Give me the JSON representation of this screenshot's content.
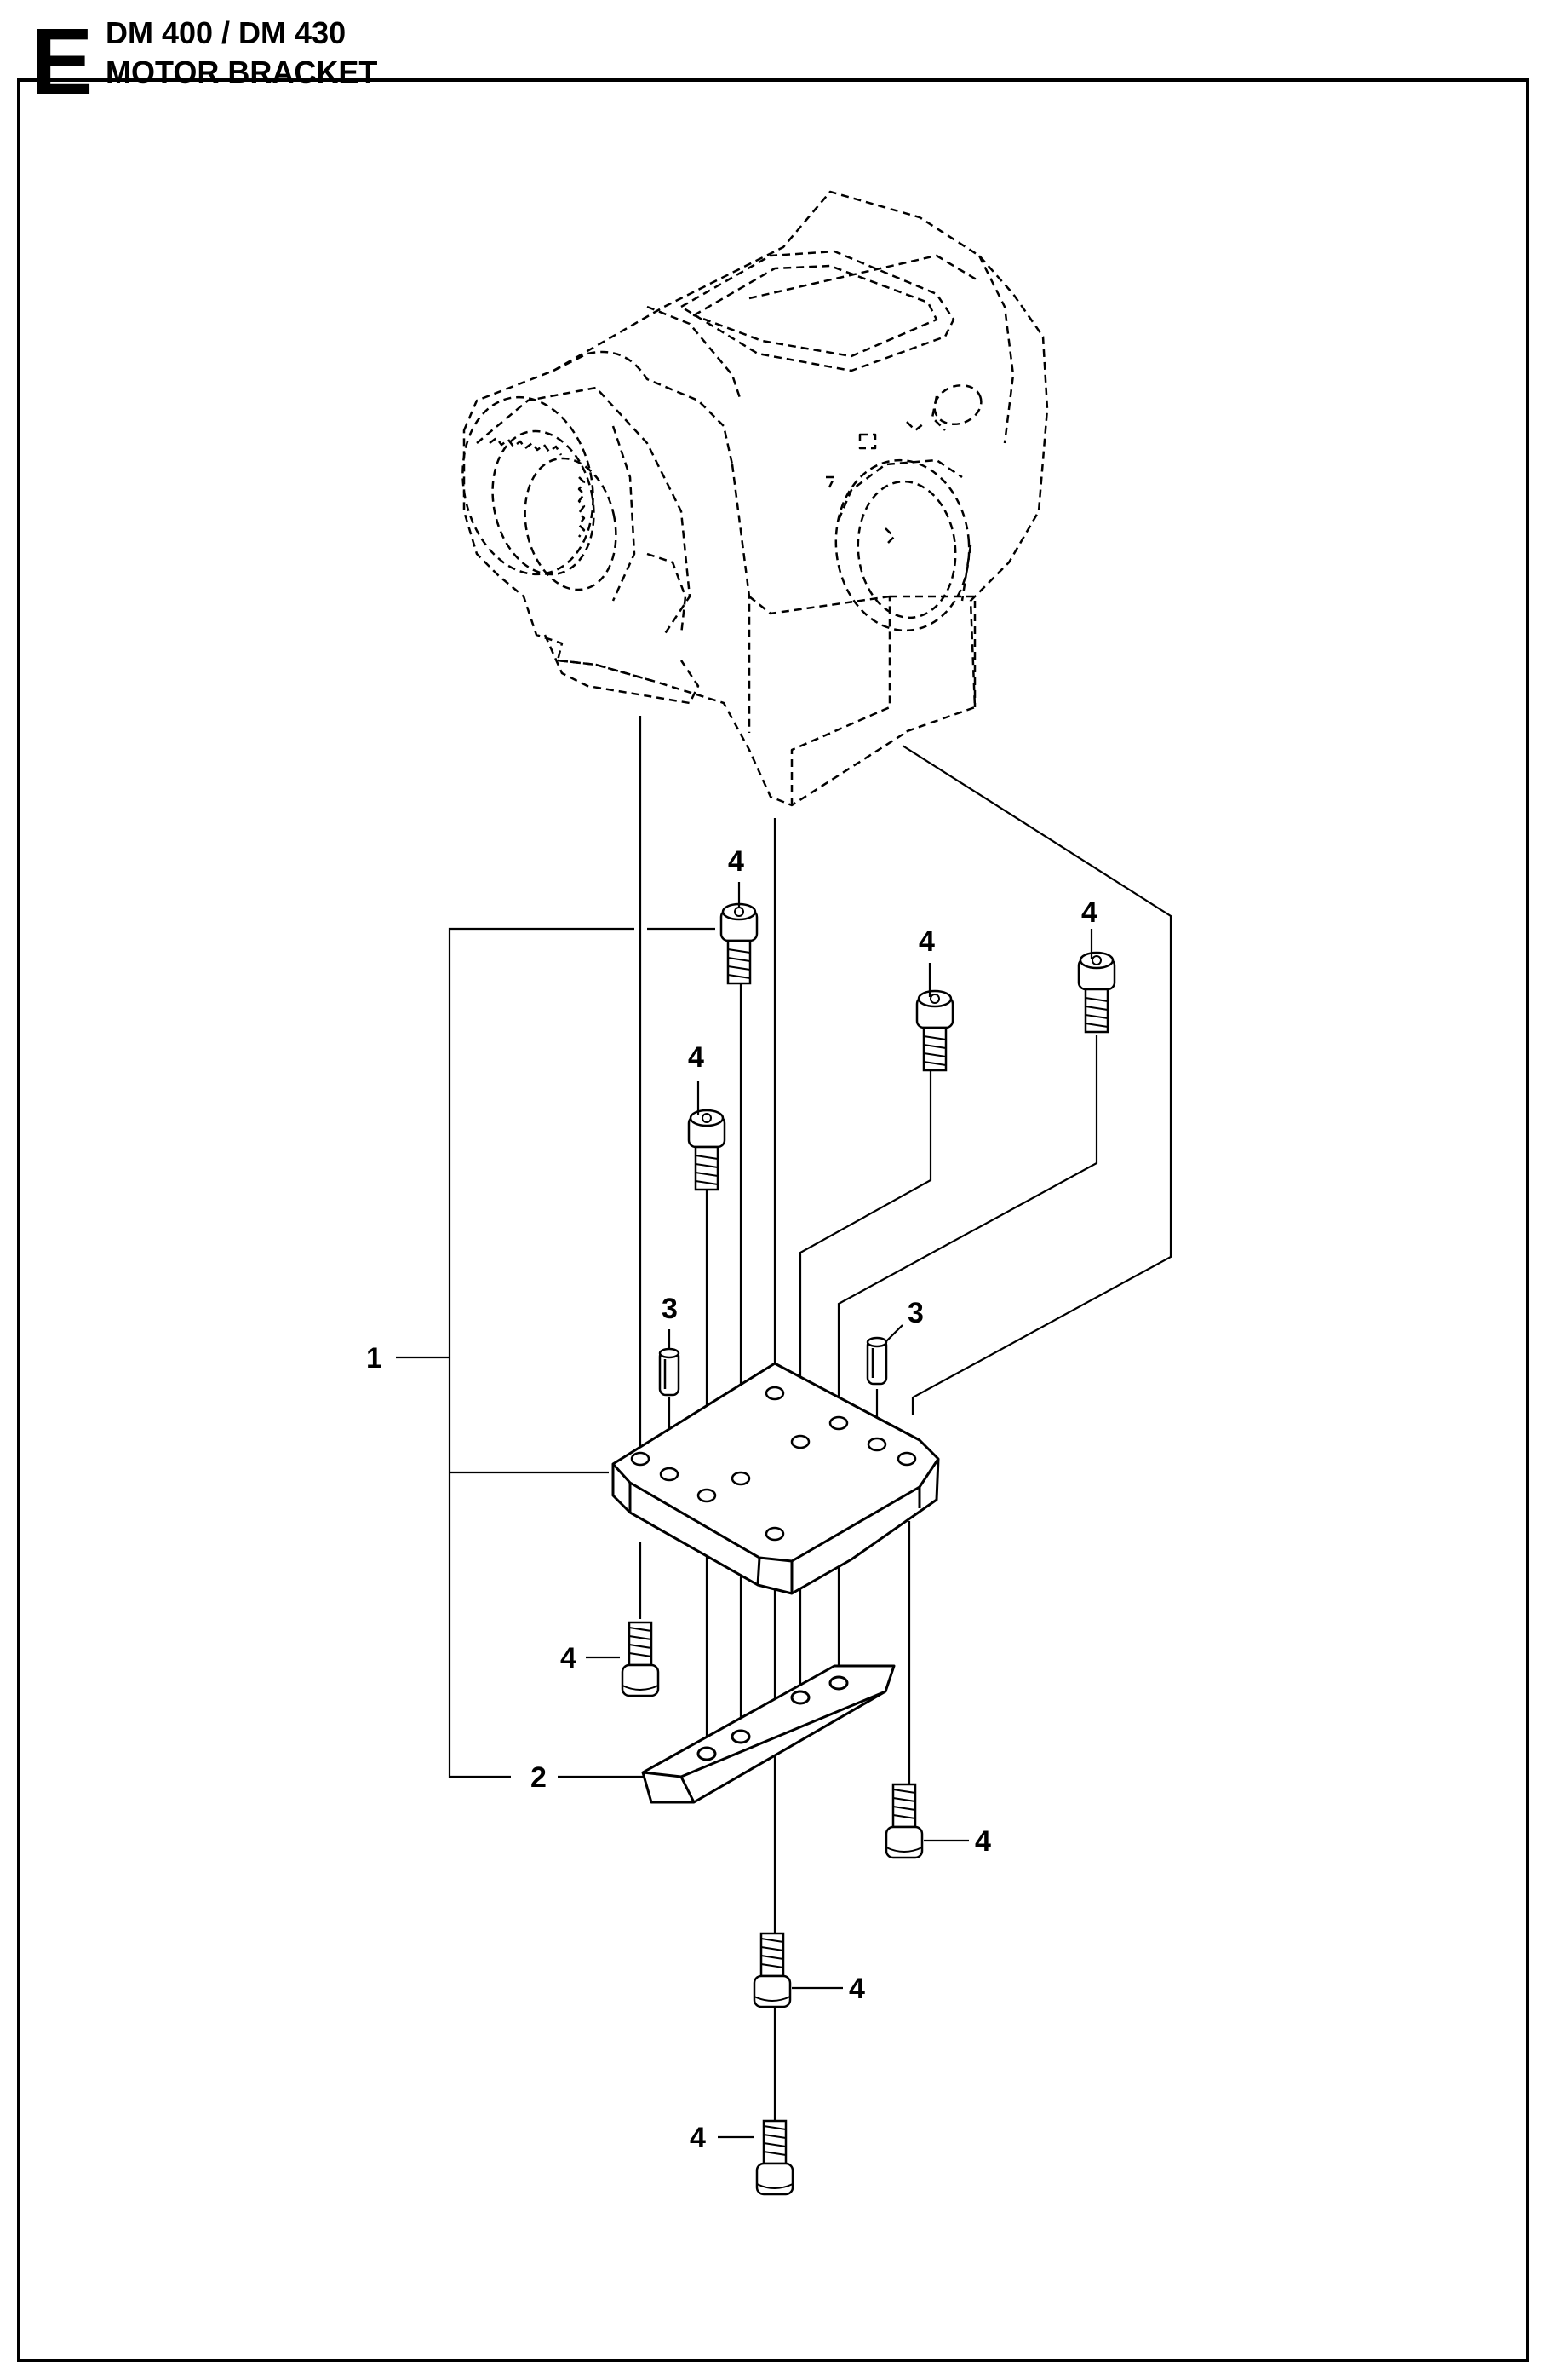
{
  "header": {
    "section_letter": "E",
    "model": "DM 400 / DM 430",
    "title": "MOTOR BRACKET"
  },
  "callouts": [
    {
      "id": "c1",
      "label": "1"
    },
    {
      "id": "c2",
      "label": "2"
    },
    {
      "id": "c3a",
      "label": "3"
    },
    {
      "id": "c3b",
      "label": "3"
    },
    {
      "id": "c4a",
      "label": "4"
    },
    {
      "id": "c4b",
      "label": "4"
    },
    {
      "id": "c4c",
      "label": "4"
    },
    {
      "id": "c4d",
      "label": "4"
    },
    {
      "id": "c4e",
      "label": "4"
    },
    {
      "id": "c4f",
      "label": "4"
    },
    {
      "id": "c4g",
      "label": "4"
    },
    {
      "id": "c4h",
      "label": "4"
    }
  ]
}
